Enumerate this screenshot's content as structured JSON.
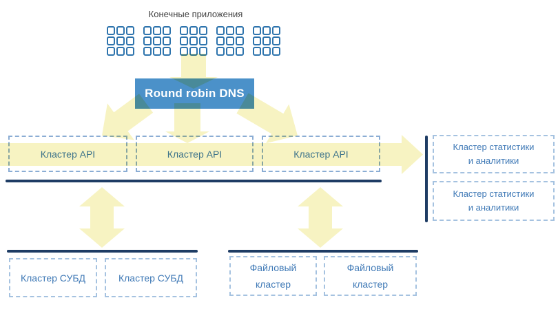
{
  "page": {
    "title": "Конечные приложения"
  },
  "dns": {
    "label": "Round robin DNS"
  },
  "api_clusters": [
    {
      "label": "Кластер API"
    },
    {
      "label": "Кластер API"
    },
    {
      "label": "Кластер API"
    }
  ],
  "stats_clusters": [
    {
      "line1": "Кластер статистики",
      "line2": "и аналитики"
    },
    {
      "line1": "Кластер статистики",
      "line2": "и аналитики"
    }
  ],
  "db_clusters": [
    {
      "label": "Кластер СУБД"
    },
    {
      "label": "Кластер СУБД"
    }
  ],
  "file_clusters": [
    {
      "line1": "Файловый",
      "line2": "кластер"
    },
    {
      "line1": "Файловый",
      "line2": "кластер"
    }
  ],
  "apps_grid": {
    "groups": 5,
    "rows": 3,
    "cols": 3
  },
  "colors": {
    "accent_blue": "#4b91c9",
    "navy": "#1e3c64",
    "arrow_yellow": "#f7f3c2",
    "dash_blue": "#8badd4",
    "dash_blue_light": "#a5c2e0",
    "text_blue": "#3f79b6",
    "square_blue": "#2e74ad",
    "title_gray": "#3f3f3f"
  }
}
